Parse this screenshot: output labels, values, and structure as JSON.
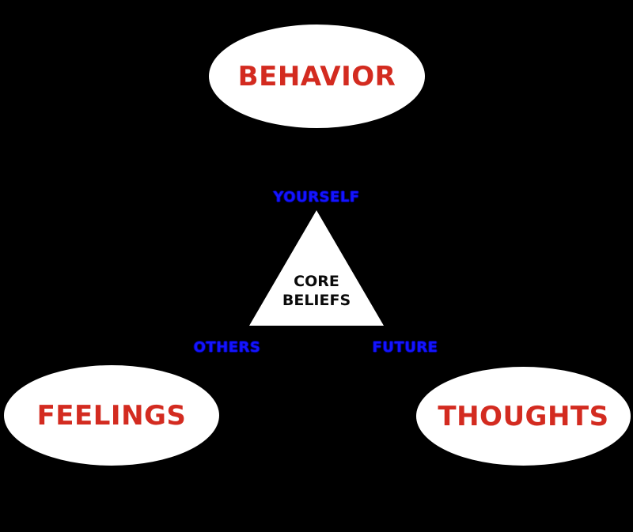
{
  "diagram": {
    "colors": {
      "background": "#000000",
      "shape_fill": "#ffffff",
      "red_text": "#d32b20",
      "blue_text": "#1414ff",
      "blue_outline": "#000080",
      "core_text": "#0a0a0a"
    },
    "nodes": {
      "behavior": {
        "label": "BEHAVIOR"
      },
      "feelings": {
        "label": "FEELINGS"
      },
      "thoughts": {
        "label": "THOUGHTS"
      }
    },
    "triangle": {
      "line1": "CORE",
      "line2": "BELIEFS"
    },
    "corner_labels": {
      "top": "YOURSELF",
      "bottom_left": "OTHERS",
      "bottom_right": "FUTURE"
    }
  }
}
